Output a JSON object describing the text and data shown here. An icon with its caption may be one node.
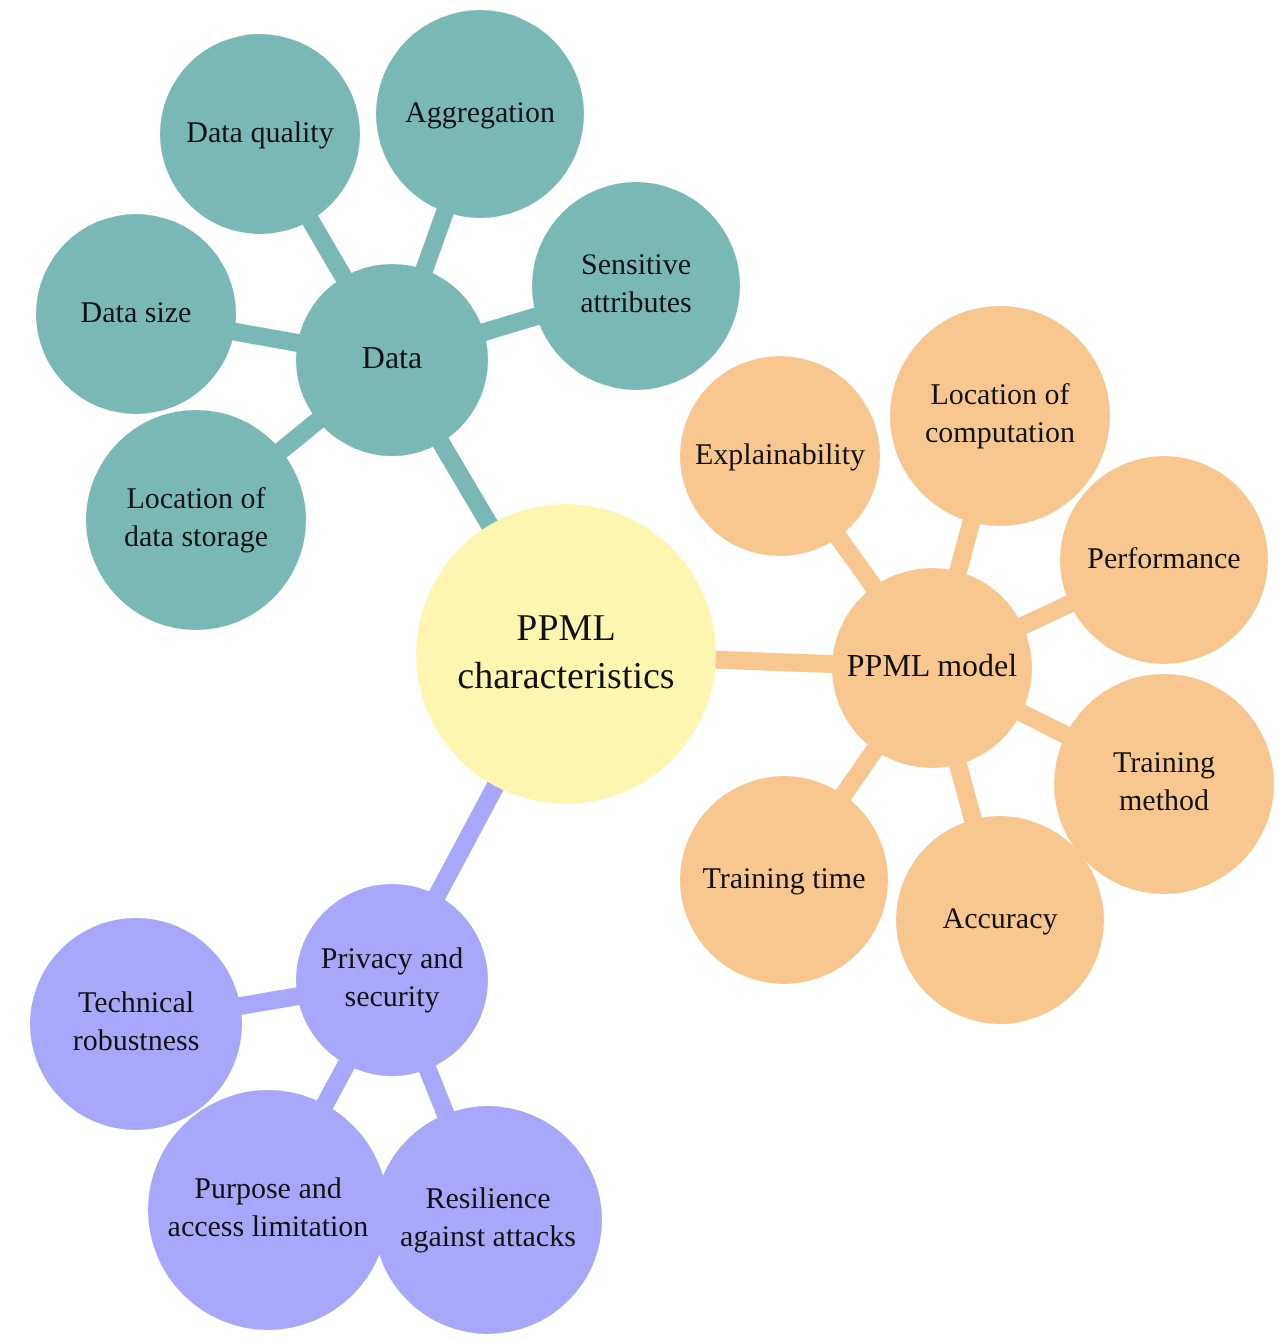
{
  "diagram": {
    "nodes": [
      {
        "text": [
          "PPML characteristics"
        ]
      },
      {
        "text": [
          "Data"
        ]
      },
      {
        "text": [
          "Data quality"
        ]
      },
      {
        "text": [
          "Aggregation"
        ]
      },
      {
        "text": [
          "Sensitive attributes"
        ]
      },
      {
        "text": [
          "Data size"
        ]
      },
      {
        "text": [
          "Location of data storage"
        ]
      },
      {
        "text": [
          "PPML model"
        ]
      },
      {
        "text": [
          "Explainability"
        ]
      },
      {
        "text": [
          "Location of computation"
        ]
      },
      {
        "text": [
          "Performance"
        ]
      },
      {
        "text": [
          "Training method"
        ]
      },
      {
        "text": [
          "Accuracy"
        ]
      },
      {
        "text": [
          "Training time"
        ]
      },
      {
        "text": [
          "Privacy and security"
        ]
      },
      {
        "text": [
          "Technical robustness"
        ]
      },
      {
        "text": [
          "Purpose and access limitation"
        ]
      },
      {
        "text": [
          "Resilience against attacks"
        ]
      }
    ],
    "edges": [
      {
        "from": 0,
        "to": 1,
        "arrow": "none",
        "color": "#7ab8b6"
      },
      {
        "from": 1,
        "to": 2,
        "arrow": "none",
        "color": "#7ab8b6"
      },
      {
        "from": 1,
        "to": 3,
        "arrow": "none",
        "color": "#7ab8b6"
      },
      {
        "from": 1,
        "to": 4,
        "arrow": "none",
        "color": "#7ab8b6"
      },
      {
        "from": 1,
        "to": 5,
        "arrow": "none",
        "color": "#7ab8b6"
      },
      {
        "from": 1,
        "to": 6,
        "arrow": "none",
        "color": "#7ab8b6"
      },
      {
        "from": 0,
        "to": 7,
        "arrow": "none"
      },
      {
        "from": 7,
        "to": 8,
        "arrow": "none"
      },
      {
        "from": 7,
        "to": 9,
        "arrow": "none"
      },
      {
        "from": 7,
        "to": 10,
        "arrow": "none"
      },
      {
        "from": 7,
        "to": 11,
        "arrow": "none"
      },
      {
        "from": 7,
        "to": 12,
        "arrow": "none"
      },
      {
        "from": 7,
        "to": 13,
        "arrow": "none"
      },
      {
        "from": 0,
        "to": 14,
        "arrow": "none",
        "color": "#a9a7f9"
      },
      {
        "from": 14,
        "to": 15,
        "arrow": "none",
        "color": "#a9a7f9"
      },
      {
        "from": 14,
        "to": 16,
        "arrow": "none",
        "color": "#a9a7f9"
      },
      {
        "from": 14,
        "to": 17,
        "arrow": "none",
        "color": "#a9a7f9"
      }
    ]
  }
}
